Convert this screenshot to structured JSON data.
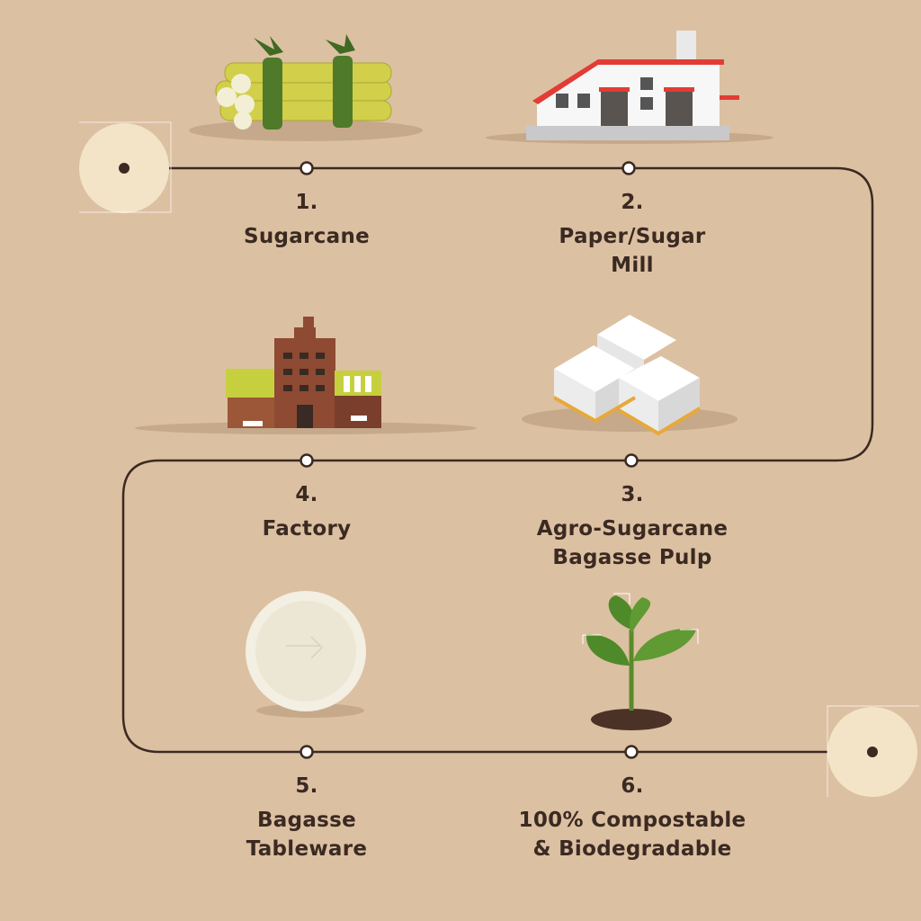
{
  "steps": [
    {
      "number": "1.",
      "label": "Sugarcane",
      "icon": "sugarcane-icon"
    },
    {
      "number": "2.",
      "label": "Paper/Sugar\nMill",
      "icon": "mill-icon"
    },
    {
      "number": "3.",
      "label": "Agro-Sugarcane\nBagasse Pulp",
      "icon": "pulp-blocks-icon"
    },
    {
      "number": "4.",
      "label": "Factory",
      "icon": "factory-icon"
    },
    {
      "number": "5.",
      "label": "Bagasse\nTableware",
      "icon": "plate-icon"
    },
    {
      "number": "6.",
      "label": "100% Compostable\n& Biodegradable",
      "icon": "sprout-icon"
    }
  ],
  "colors": {
    "background": "#dcc0a2",
    "line": "#3b2a22",
    "text": "#3b2a22",
    "endpoint": "#f3e4c8"
  }
}
